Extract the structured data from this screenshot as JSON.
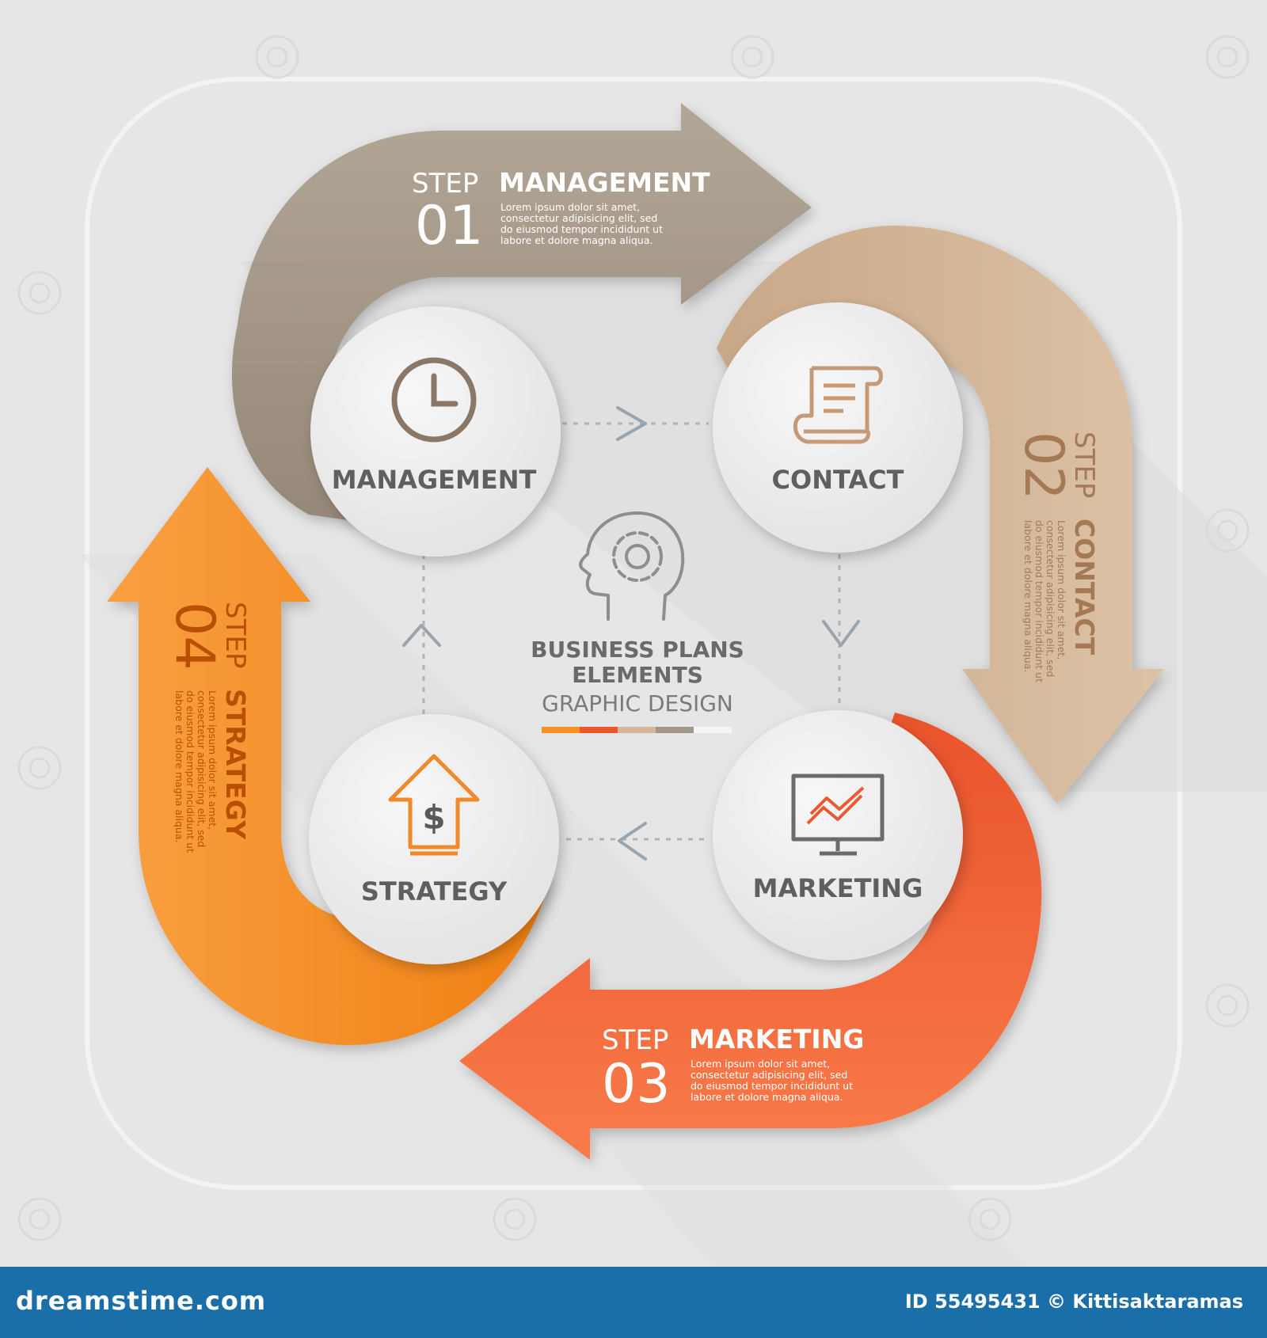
{
  "colors": {
    "management": "#a3968a",
    "contact": "#d4b597",
    "marketing": "#f26a3a",
    "strategy": "#f59023",
    "circle": "#f1f1f1",
    "label": "#5f5f5f",
    "footer": "#1b6fa8"
  },
  "steps": [
    {
      "key": "management",
      "word": "STEP",
      "title": "MANAGEMENT",
      "number": "01",
      "lorem": [
        "Lorem ipsum dolor sit amet,",
        "consectetur adipisicing elit, sed",
        "do eiusmod tempor incididunt ut",
        "labore et dolore magna aliqua."
      ]
    },
    {
      "key": "contact",
      "word": "STEP",
      "title": "CONTACT",
      "number": "02",
      "lorem": [
        "Lorem ipsum dolor sit amet,",
        "consectetur adipisicing elit, sed",
        "do eiusmod tempor incididunt ut",
        "labore et dolore magna aliqua."
      ]
    },
    {
      "key": "marketing",
      "word": "STEP",
      "title": "MARKETING",
      "number": "03",
      "lorem": [
        "Lorem ipsum dolor sit amet,",
        "consectetur adipisicing elit, sed",
        "do eiusmod tempor incididunt ut",
        "labore et dolore magna aliqua."
      ]
    },
    {
      "key": "strategy",
      "word": "STEP",
      "title": "STRATEGY",
      "number": "04",
      "lorem": [
        "Lorem ipsum dolor sit amet,",
        "consectetur adipisicing elit, sed",
        "do eiusmod tempor incididunt ut",
        "labore et dolore magna aliqua."
      ]
    }
  ],
  "circles": {
    "management": {
      "label": "MANAGEMENT",
      "icon": "clock-icon"
    },
    "contact": {
      "label": "CONTACT",
      "icon": "scroll-document-icon"
    },
    "marketing": {
      "label": "MARKETING",
      "icon": "monitor-chart-icon"
    },
    "strategy": {
      "label": "STRATEGY",
      "icon": "dollar-house-arrow-icon"
    }
  },
  "center": {
    "icon": "head-gear-icon",
    "line1": "BUSINESS PLANS",
    "line2": "ELEMENTS",
    "line3": "GRAPHIC DESIGN",
    "bar_colors": [
      "#f59023",
      "#e9572f",
      "#d4b597",
      "#a3968a",
      "#f4f4f4"
    ]
  },
  "footer": {
    "left": "dreamstime.com",
    "right": "ID 55495431 © Kittisaktaramas"
  }
}
